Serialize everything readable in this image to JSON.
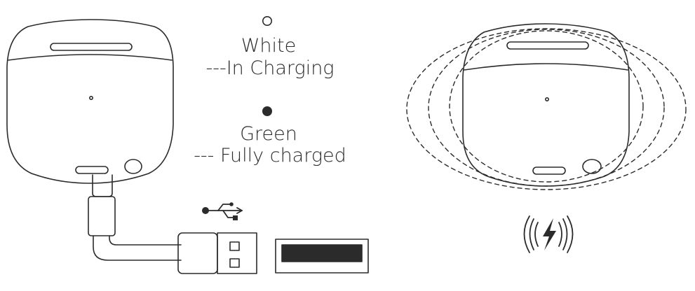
{
  "legend": {
    "white": {
      "color_name": "White",
      "status": "---In Charging",
      "indicator": "hollow-circle"
    },
    "green": {
      "color_name": "Green",
      "status": "--- Fully charged",
      "indicator": "filled-circle"
    }
  },
  "icons": {
    "usb": "usb-icon",
    "wireless_charging": "wireless-charging-icon"
  },
  "colors": {
    "line": "#2b2b2b",
    "background": "#ffffff"
  }
}
